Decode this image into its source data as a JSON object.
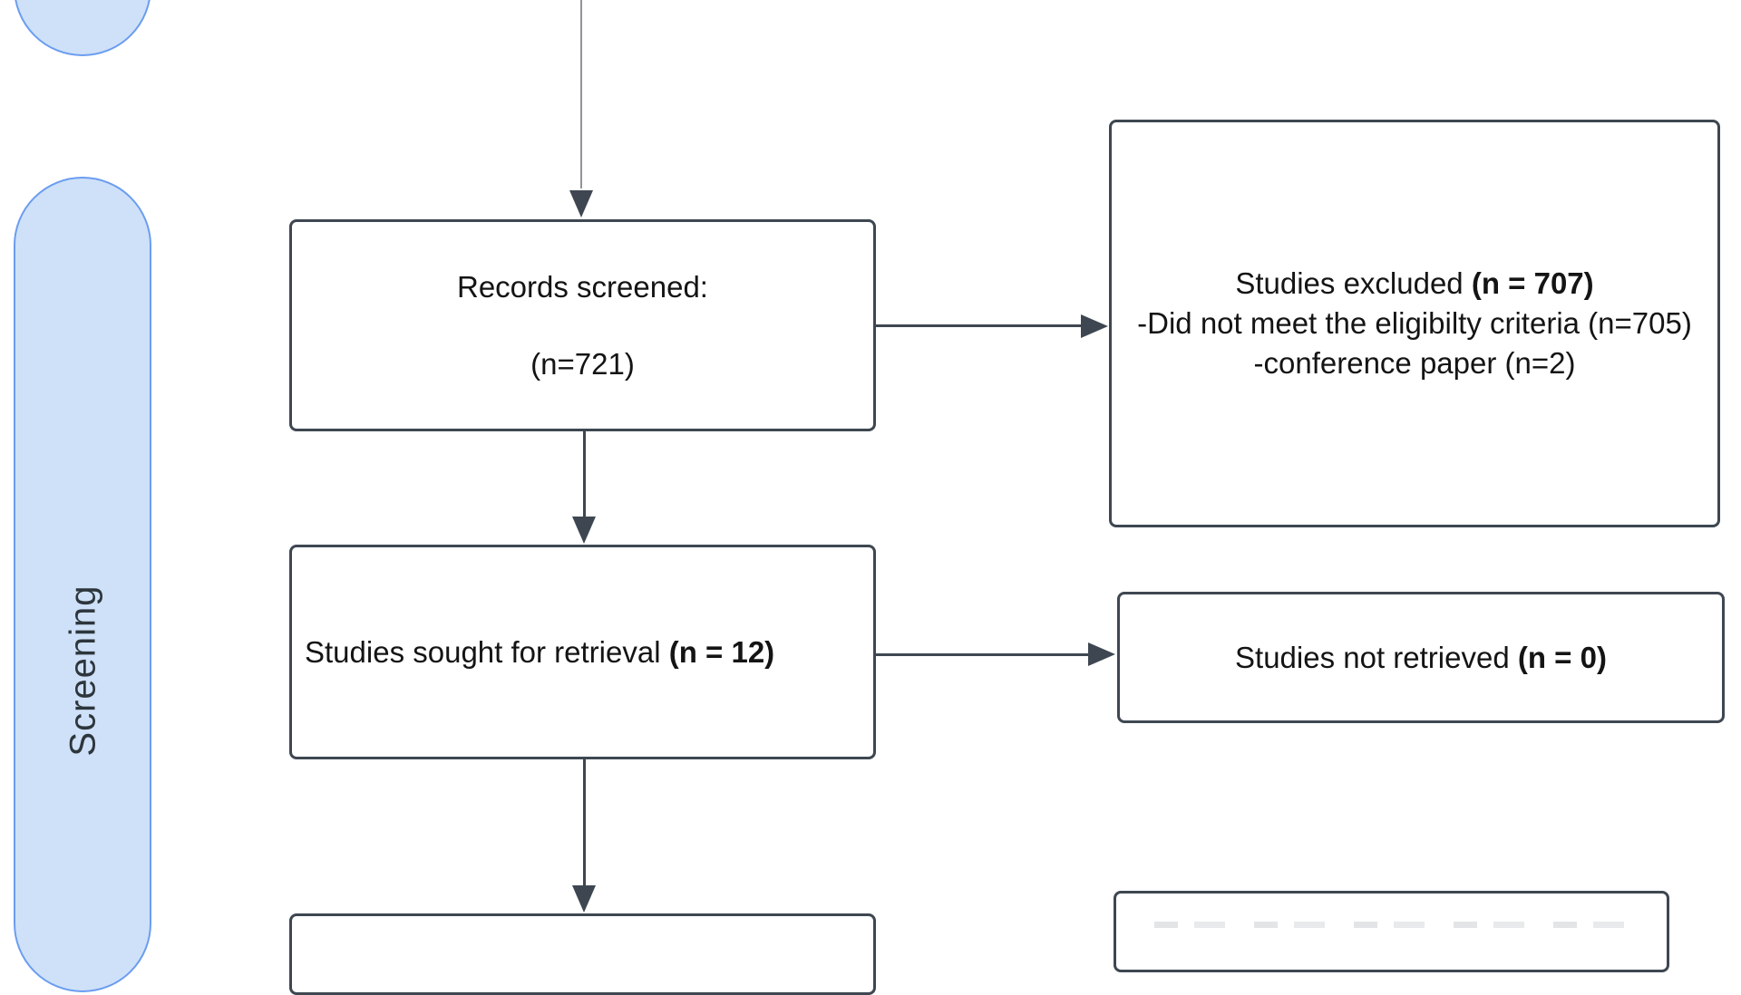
{
  "stage_labels": {
    "screening": "Screening"
  },
  "boxes": {
    "records_screened": {
      "line1": "Records screened:",
      "line2": "(n=721)"
    },
    "studies_excluded": {
      "line1_text": "Studies excluded ",
      "line1_bold": "(n = 707)",
      "line2": "-Did not meet the eligibilty criteria (n=705)",
      "line3": "-conference paper (n=2)"
    },
    "studies_sought": {
      "text": "Studies sought for retrieval ",
      "bold": "(n = 12)"
    },
    "studies_not_retrieved": {
      "text": "Studies not retrieved ",
      "bold": "(n = 0)"
    }
  },
  "colors": {
    "stage_pill_fill": "#cfe1f8",
    "stage_pill_border": "#6b9df0",
    "box_border": "#3e4751",
    "connector": "#3e4751",
    "incoming_line": "#8f959b",
    "text": "#141414"
  }
}
